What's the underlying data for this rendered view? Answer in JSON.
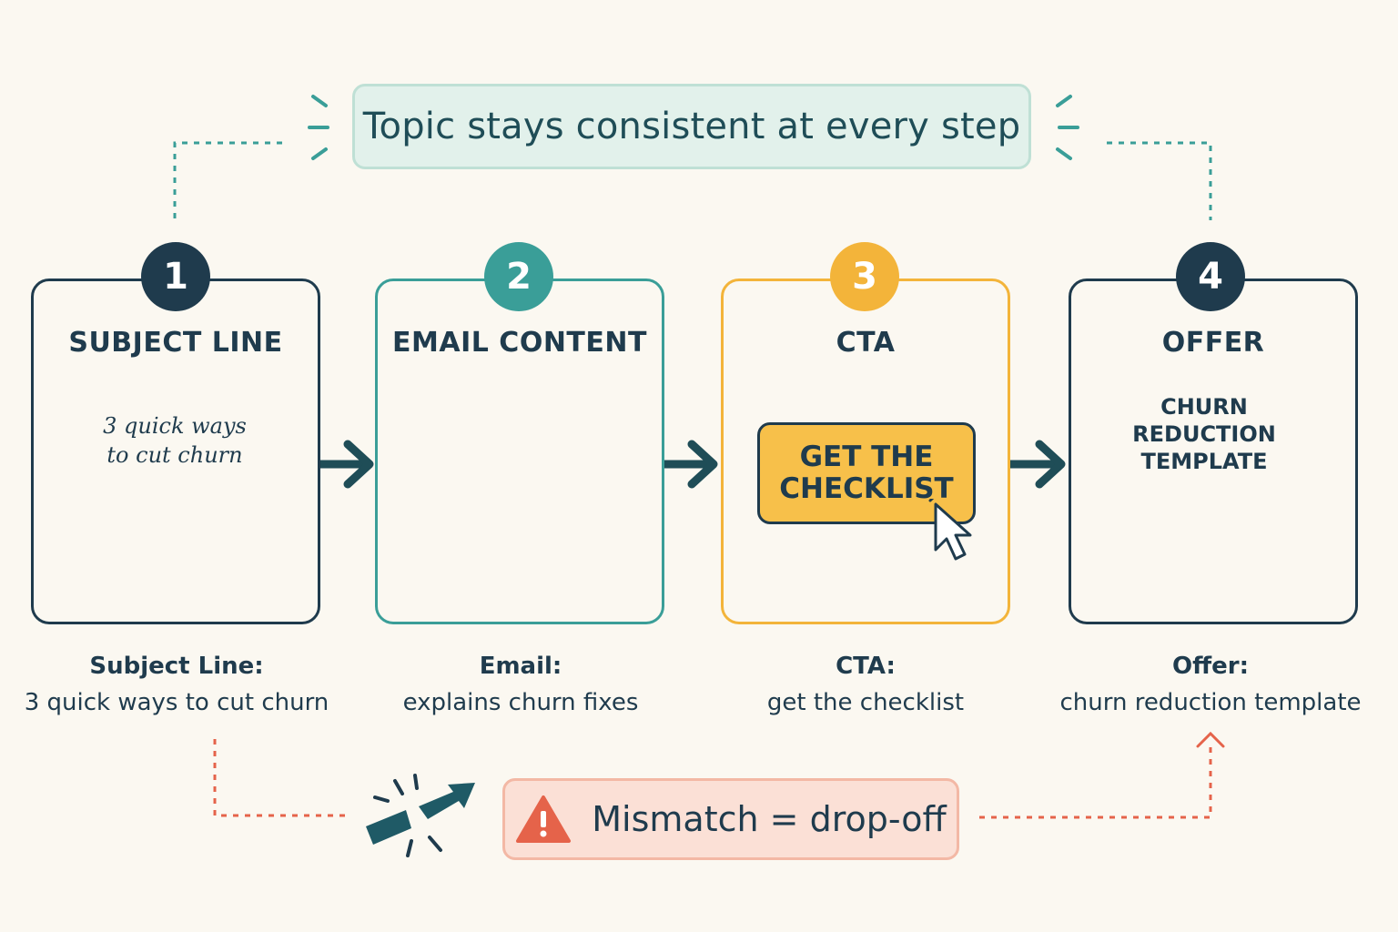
{
  "banner": {
    "text": "Topic stays consistent at every step"
  },
  "steps": [
    {
      "number": "1",
      "title": "SUBJECT LINE",
      "caption_label": "Subject Line:",
      "caption_text": "3 quick ways to cut churn"
    },
    {
      "number": "2",
      "title": "EMAIL CONTENT",
      "caption_label": "Email:",
      "caption_text": "explains churn fixes"
    },
    {
      "number": "3",
      "title": "CTA",
      "caption_label": "CTA:",
      "caption_text": "get the checklist"
    },
    {
      "number": "4",
      "title": "OFFER",
      "caption_label": "Offer:",
      "caption_text": "churn reduction template"
    }
  ],
  "subject_note": "3 quick ways to cut churn",
  "cta_button_text": "GET THE CHECKLIST",
  "offer_doc_title": "CHURN REDUCTION TEMPLATE",
  "warning": {
    "text": "Mismatch = drop-off",
    "icon": "warning-icon"
  },
  "colors": {
    "navy": "#1f3b4d",
    "teal": "#3a9e98",
    "yellow": "#f3b43a",
    "warning_red": "#e5634a",
    "banner_green": "#e2f1eb",
    "banner_pink": "#fbe0d6"
  }
}
